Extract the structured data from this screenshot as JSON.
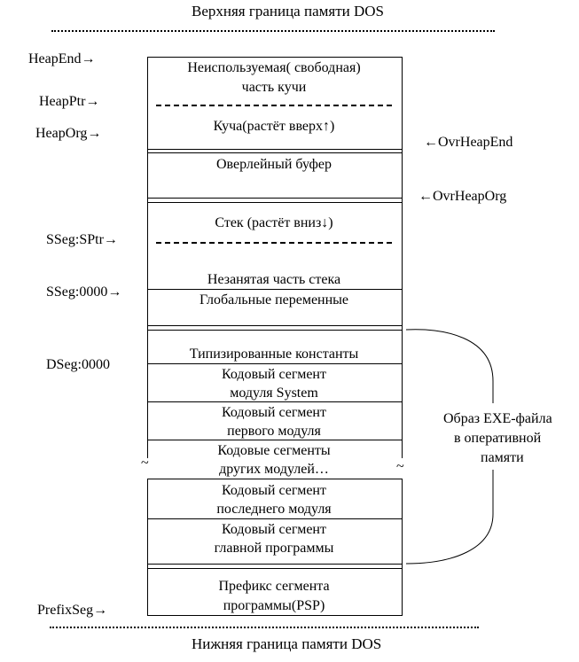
{
  "top_boundary": "Верхняя граница памяти DOS",
  "bottom_boundary": "Нижняя граница памяти DOS",
  "pointers": {
    "heap_end": "HeapEnd→",
    "heap_ptr": "HeapPtr→",
    "heap_org": "HeapOrg→",
    "ovr_heap_end": "←OvrHeapEnd",
    "ovr_heap_org": "←OvrHeapOrg",
    "sseg_sptr": "SSeg:SPtr→",
    "sseg_0000": "SSeg:0000→",
    "dseg_0000": "DSeg:0000",
    "prefix_seg": "PrefixSeg→"
  },
  "blocks": {
    "free_heap_1": "Неиспользуемая( свободная)",
    "free_heap_2": "часть кучи",
    "heap": "Куча(растёт вверх↑)",
    "overlay": "Оверлейный буфер",
    "stack": "Стек (растёт вниз↓)",
    "free_stack": "Незанятая часть стека",
    "globals": "Глобальные переменные",
    "typed_consts": "Типизированные константы",
    "code_system_1": "Кодовый сегмент",
    "code_system_2": "модуля System",
    "code_first_1": "Кодовый сегмент",
    "code_first_2": "первого модуля",
    "code_others_1": "Кодовые сегменты",
    "code_others_2": "других модулей…",
    "code_last_1": "Кодовый сегмент",
    "code_last_2": "последнего модуля",
    "code_main_1": "Кодовый сегмент",
    "code_main_2": "главной программы",
    "psp_1": "Префикс сегмента",
    "psp_2": "программы(PSP)"
  },
  "exe_image": {
    "line1": "Образ EXE-файла",
    "line2": "в оперативной",
    "line3": "памяти"
  },
  "break_marks": {
    "left": "~",
    "right": "~"
  }
}
